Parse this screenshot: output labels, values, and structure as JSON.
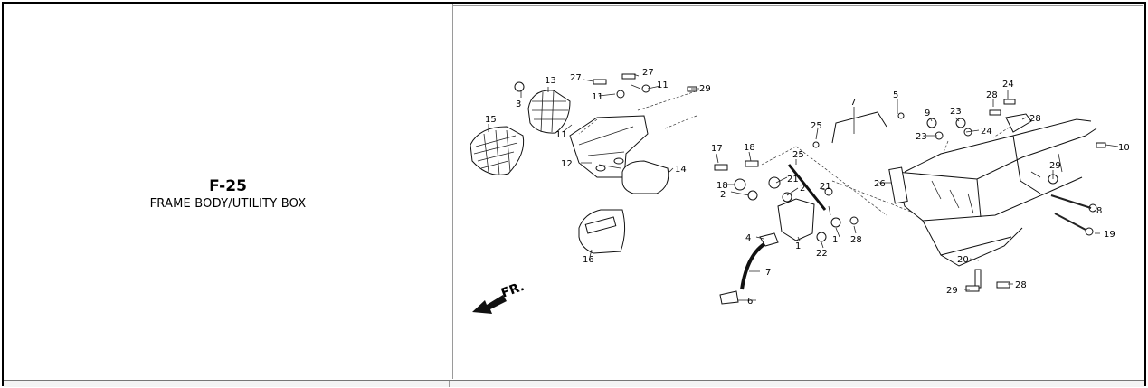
{
  "section": {
    "code": "F-25",
    "name": "FRAME BODY/UTILITY BOX"
  },
  "diagram": {
    "direction_label": "FR.",
    "callouts": [
      "1",
      "1",
      "2",
      "2",
      "3",
      "4",
      "5",
      "6",
      "7",
      "7",
      "8",
      "9",
      "10",
      "11",
      "11",
      "12",
      "13",
      "14",
      "15",
      "16",
      "17",
      "18",
      "18",
      "19",
      "20",
      "21",
      "21",
      "22",
      "22",
      "23",
      "23",
      "24",
      "24",
      "25",
      "25",
      "26",
      "27",
      "27",
      "28",
      "28",
      "28",
      "28",
      "29",
      "29",
      "29"
    ]
  },
  "colors": {
    "border": "#000000",
    "line": "#111111",
    "grid": "#9a9a9a"
  }
}
